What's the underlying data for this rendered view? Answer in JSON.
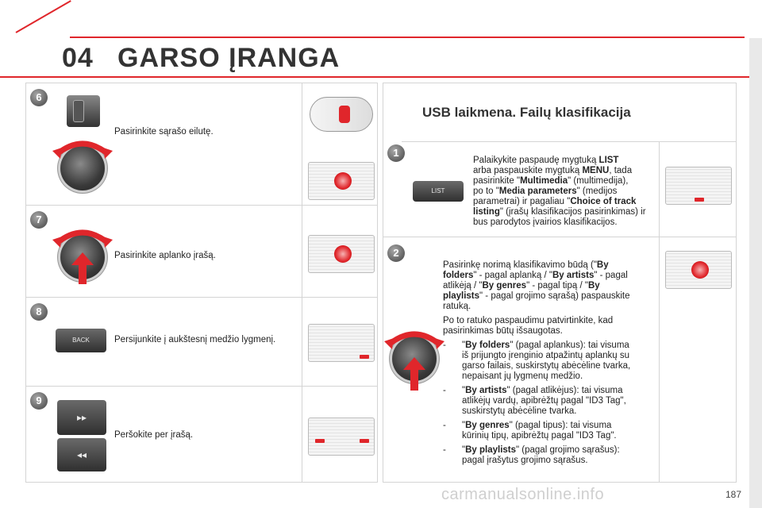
{
  "header": {
    "chapter": "04",
    "title": "GARSO ĮRANGA"
  },
  "left_steps": [
    {
      "number": "6",
      "text": "Pasirinkite sąrašo eilutę."
    },
    {
      "number": "7",
      "text": "Pasirinkite aplanko įrašą."
    },
    {
      "number": "8",
      "text": "Persijunkite į aukštesnį medžio lygmenį.",
      "button_label": "BACK"
    },
    {
      "number": "9",
      "text": "Peršokite per įrašą.",
      "button_next": "▸▸",
      "button_prev": "◂◂"
    }
  ],
  "right": {
    "heading": "USB laikmena. Failų klasifikacija",
    "step1": {
      "number": "1",
      "button_label": "LIST",
      "lines": [
        [
          "Palaikykite paspaudę mygtuką ",
          "LIST"
        ],
        [
          "arba paspauskite mygtuką ",
          "MENU",
          ", tada"
        ],
        [
          "pasirinkite \"",
          "Multimedia",
          "\" (multimedija),"
        ],
        [
          "po to \"",
          "Media parameters",
          "\" (medijos"
        ],
        [
          "parametrai) ir pagaliau \"",
          "Choice of track"
        ],
        [
          "listing",
          "\" (įrašų klasifikacijos pasirinkimas) ir"
        ],
        [
          "bus parodytos įvairios klasifikacijos."
        ]
      ]
    },
    "step2": {
      "number": "2",
      "intro_lines": [
        [
          "Pasirinkę norimą klasifikavimo būdą (\"",
          "By"
        ],
        [
          "folders",
          "\" - pagal aplanką / \"",
          "By artists",
          "\" - pagal"
        ],
        [
          "atlikėją / \"",
          "By genres",
          "\" - pagal tipą / \"",
          "By"
        ],
        [
          "playlists",
          "\" - pagal grojimo sąrašą) paspauskite"
        ],
        [
          "ratuką."
        ]
      ],
      "confirm_lines": [
        "Po to ratuko paspaudimu patvirtinkite, kad",
        "pasirinkimas būtų išsaugotas."
      ],
      "items": [
        {
          "dash": "-",
          "lines": [
            [
              "\"",
              "By folders",
              "\" (pagal aplankus): tai visuma"
            ],
            [
              "iš prijungto įrenginio atpažintų aplankų su"
            ],
            [
              "garso failais, suskirstytų abėcėline tvarka,"
            ],
            [
              "nepaisant jų lygmenų medžio."
            ]
          ]
        },
        {
          "dash": "-",
          "lines": [
            [
              "\"",
              "By artists",
              "\" (pagal atlikėjus): tai visuma"
            ],
            [
              "atlikėjų vardų, apibrėžtų pagal \"ID3 Tag\","
            ],
            [
              "suskirstytų abėcėline tvarka."
            ]
          ]
        },
        {
          "dash": "-",
          "lines": [
            [
              "\"",
              "By genres",
              "\" (pagal tipus): tai visuma"
            ],
            [
              "kūrinių tipų, apibrėžtų pagal \"ID3 Tag\"."
            ]
          ]
        },
        {
          "dash": "-",
          "lines": [
            [
              "\"",
              "By playlists",
              "\" (pagal grojimo sąrašus):"
            ],
            [
              "pagal įrašytus grojimo sąrašus."
            ]
          ]
        }
      ]
    }
  },
  "footer": {
    "page_number": "187",
    "watermark": "carmanualsonline.info"
  },
  "colors": {
    "accent": "#e0262b",
    "panel_border": "#d4d4d4"
  }
}
